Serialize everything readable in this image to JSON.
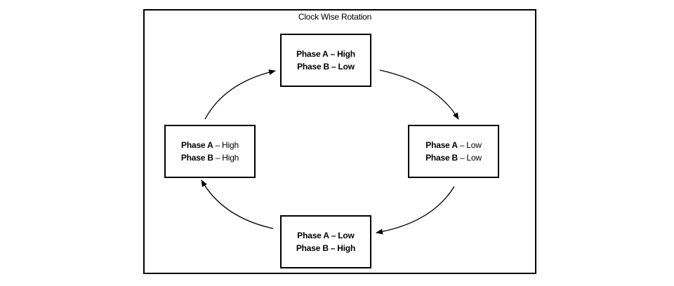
{
  "diagram": {
    "title": "Clock Wise Rotation",
    "states": {
      "top": {
        "line1": {
          "label": "Phase A",
          "sep": "–",
          "value": "High"
        },
        "line2": {
          "label": "Phase B",
          "sep": "–",
          "value": "Low"
        }
      },
      "right": {
        "line1": {
          "label": "Phase A",
          "sep": "–",
          "value": "Low"
        },
        "line2": {
          "label": "Phase B",
          "sep": "–",
          "value": "Low"
        }
      },
      "bottom": {
        "line1": {
          "label": "Phase A",
          "sep": "–",
          "value": "Low"
        },
        "line2": {
          "label": "Phase B",
          "sep": "–",
          "value": "High"
        }
      },
      "left": {
        "line1": {
          "label": "Phase A",
          "sep": "–",
          "value": "High"
        },
        "line2": {
          "label": "Phase B",
          "sep": "–",
          "value": "High"
        }
      }
    }
  }
}
